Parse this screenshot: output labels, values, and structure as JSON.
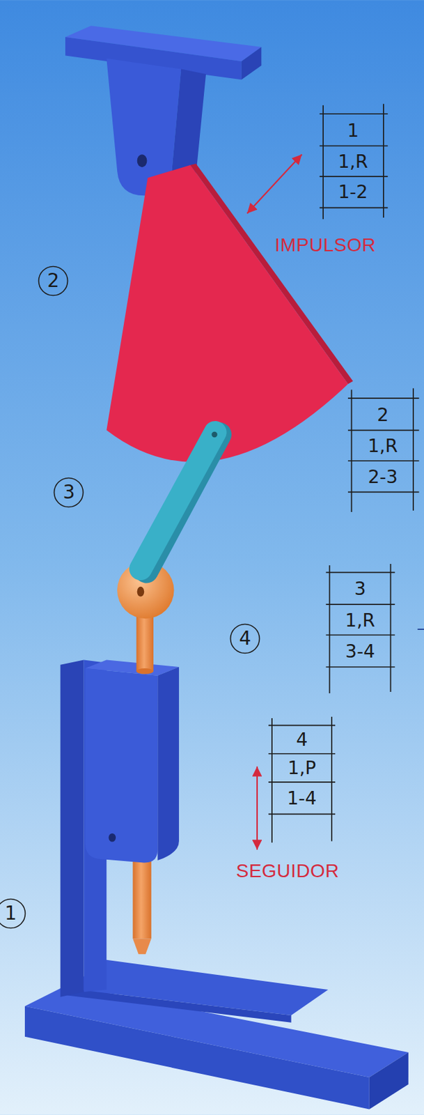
{
  "diagram": {
    "nodes": [
      {
        "text": [
          "2"
        ]
      },
      {
        "text": [
          "3"
        ]
      },
      {
        "text": [
          "4"
        ]
      },
      {
        "text": [
          "1"
        ]
      }
    ],
    "labels": [
      "1",
      "1,R",
      "1-2",
      "IMPULSOR",
      "2",
      "1,R",
      "2-3",
      "3",
      "1,R",
      "3-4",
      "4",
      "1,P",
      "1-4",
      "SEGUIDOR"
    ]
  }
}
